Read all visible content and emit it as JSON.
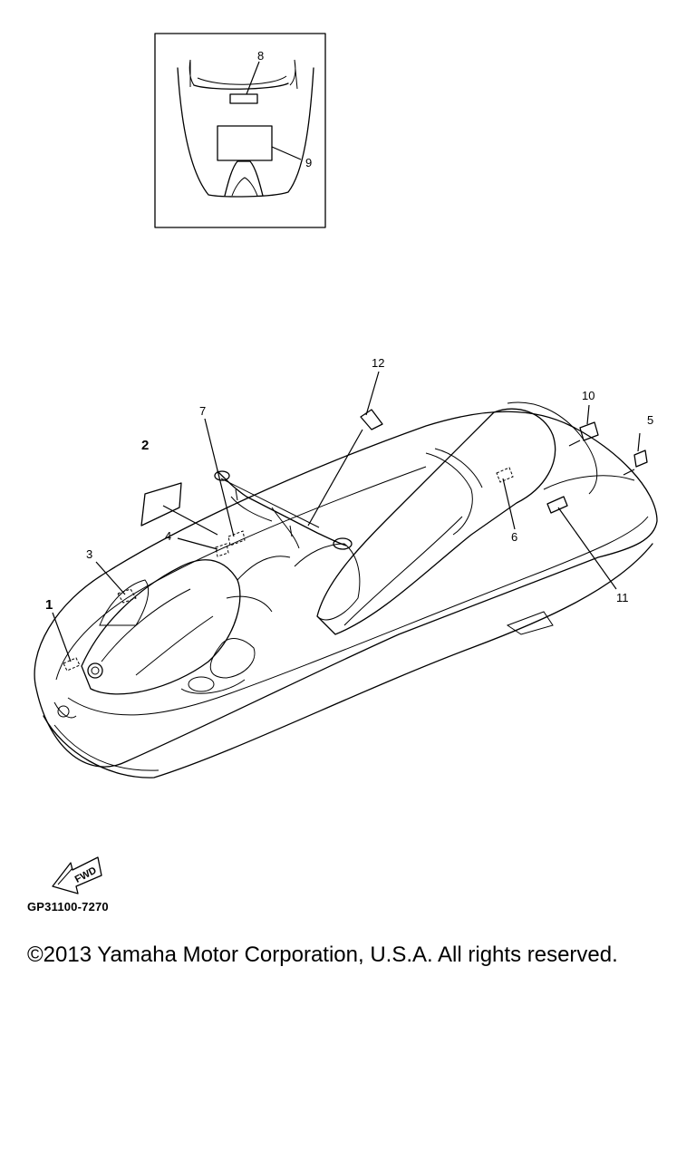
{
  "diagram": {
    "callouts": [
      "1",
      "2",
      "3",
      "4",
      "5",
      "6",
      "7",
      "8",
      "9",
      "10",
      "11",
      "12"
    ],
    "fwd_label": "FWD"
  },
  "footer": {
    "part_code": "GP31100-7270",
    "copyright": "©2013 Yamaha Motor Corporation, U.S.A. All rights reserved."
  }
}
